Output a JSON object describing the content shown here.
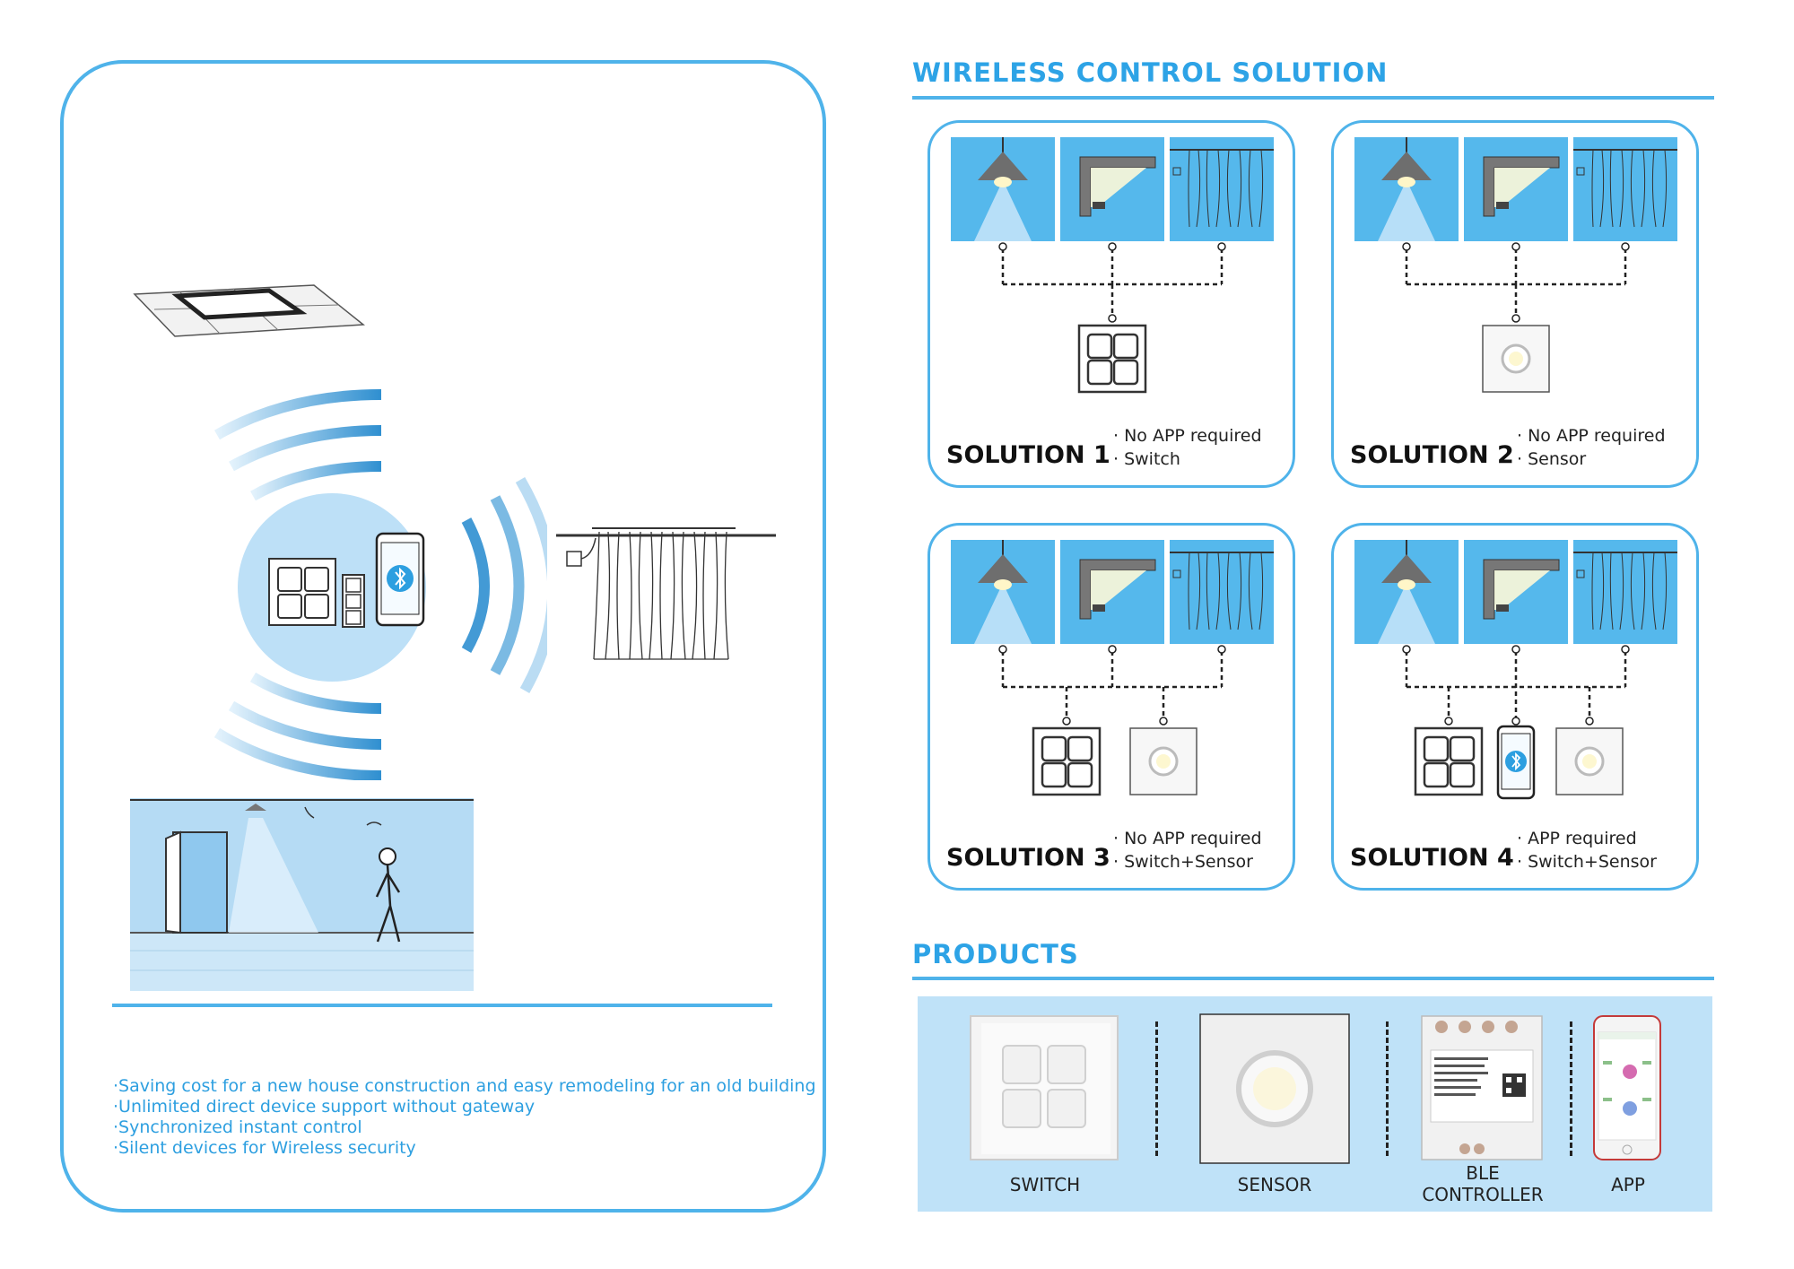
{
  "page": {
    "background": "#ffffff",
    "accent": "#4fb3ea",
    "tile_blue": "#55b8ec",
    "heading_blue": "#2da3e6"
  },
  "left_panel": {
    "illustrations": [
      "ceiling-panel-light",
      "bluetooth-hub-with-wave-signals",
      "curtain-rail",
      "room-with-motion-sensor"
    ],
    "features": [
      "·Saving cost for a new house construction and easy remodeling for an old building",
      "·Unlimited direct device support without gateway",
      "·Synchronized instant control",
      "·Silent devices for Wireless security"
    ]
  },
  "wireless": {
    "heading": "WIRELESS CONTROL SOLUTION",
    "solutions": [
      {
        "title": "SOLUTION 1",
        "notes": [
          "· No APP required",
          "· Switch"
        ]
      },
      {
        "title": "SOLUTION 2",
        "notes": [
          "· No APP required",
          "· Sensor"
        ]
      },
      {
        "title": "SOLUTION 3",
        "notes": [
          "· No APP required",
          "· Switch+Sensor"
        ]
      },
      {
        "title": "SOLUTION 4",
        "notes": [
          "· APP required",
          "· Switch+Sensor"
        ]
      }
    ]
  },
  "products": {
    "heading": "PRODUCTS",
    "items": [
      {
        "label": "SWITCH"
      },
      {
        "label": "SENSOR"
      },
      {
        "label_line1": "BLE",
        "label_line2": "CONTROLLER"
      },
      {
        "label": "APP"
      }
    ]
  }
}
